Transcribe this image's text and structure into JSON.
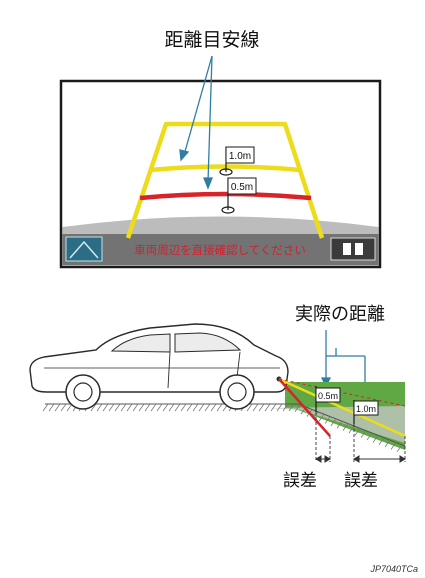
{
  "top": {
    "callout_label": "距離目安線",
    "marker_far": "1.0m",
    "marker_near": "0.5m",
    "warning_text": "車両周辺を直接確認してください"
  },
  "bottom": {
    "callout_label": "実際の距離",
    "marker_near": "0.5m",
    "marker_far": "1.0m",
    "error_label_left": "誤差",
    "error_label_right": "誤差"
  },
  "figure_code": "JP7040TCa",
  "colors": {
    "guide_yellow": "#ecdc1c",
    "guide_red": "#d8232a",
    "ground_green": "#5fa843",
    "callout_blue": "#2f7ea3",
    "screen_gray": "#bdbdbd",
    "warning_bar": "#6e6e6e"
  }
}
